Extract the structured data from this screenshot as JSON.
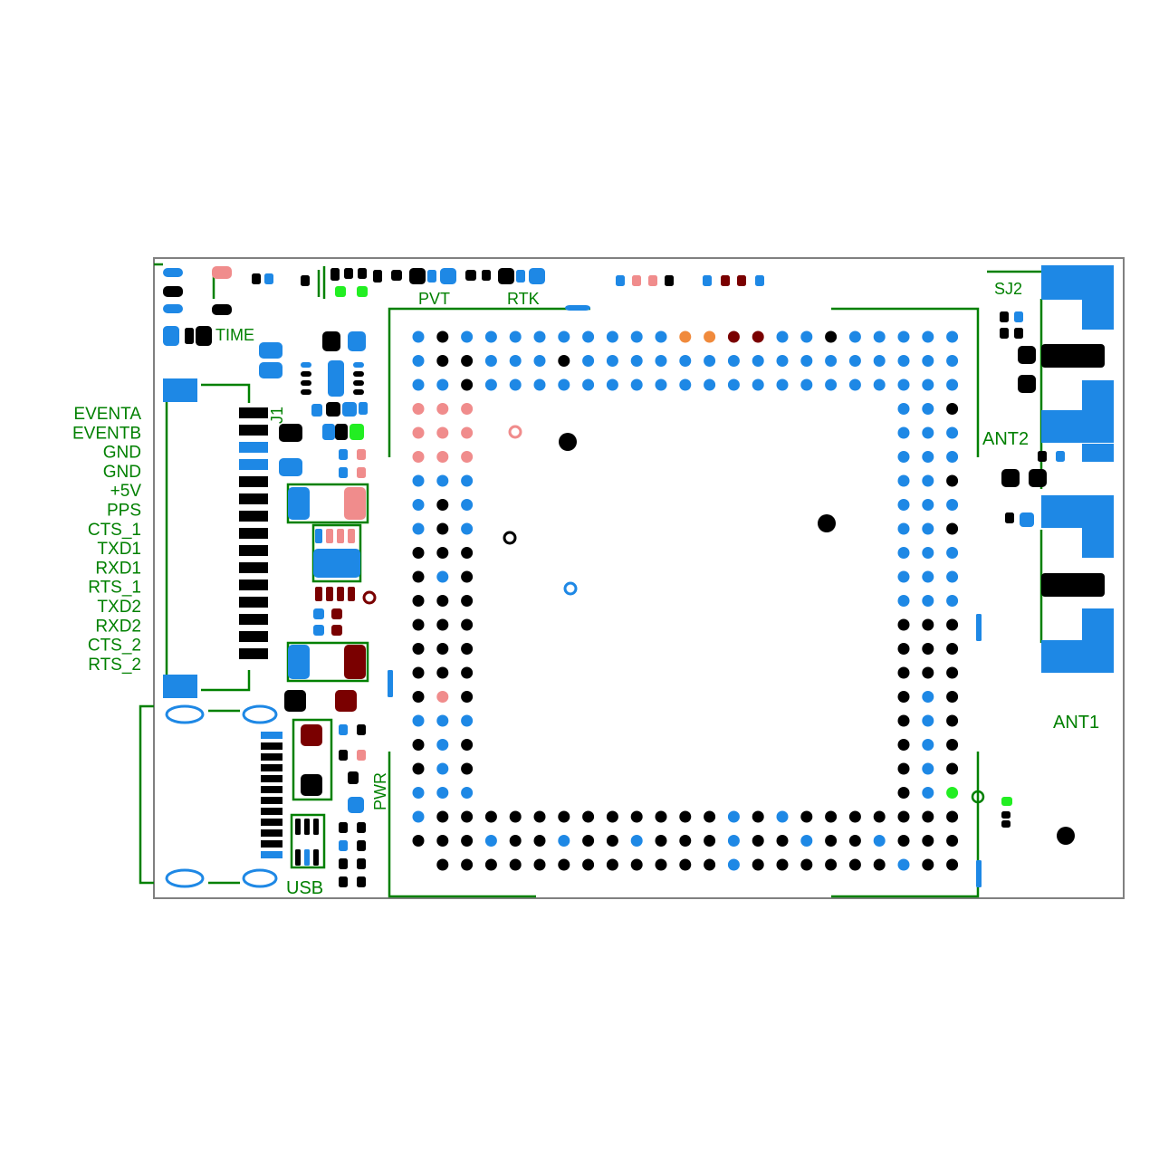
{
  "board": {
    "colors": {
      "silkscreen": "#008000",
      "pad_top": "#1e88e5",
      "pad_black": "#000000",
      "pad_pink": "#f08c8c",
      "pad_maroon": "#7a0000",
      "pad_orange": "#f08a3c",
      "pad_green": "#22ee22",
      "outline": "#808080"
    },
    "labels": {
      "time": "TIME",
      "pvt": "PVT",
      "rtk": "RTK",
      "sj2": "SJ2",
      "ant2": "ANT2",
      "ant1": "ANT1",
      "j1": "J1",
      "pwr": "PWR",
      "usb": "USB"
    },
    "pin_labels": [
      "EVENTA",
      "EVENTB",
      "GND",
      "GND",
      "+5V",
      "PPS",
      "CTS_1",
      "TXD1",
      "RXD1",
      "RTS_1",
      "TXD2",
      "RXD2",
      "CTS_2",
      "RTS_2"
    ]
  }
}
